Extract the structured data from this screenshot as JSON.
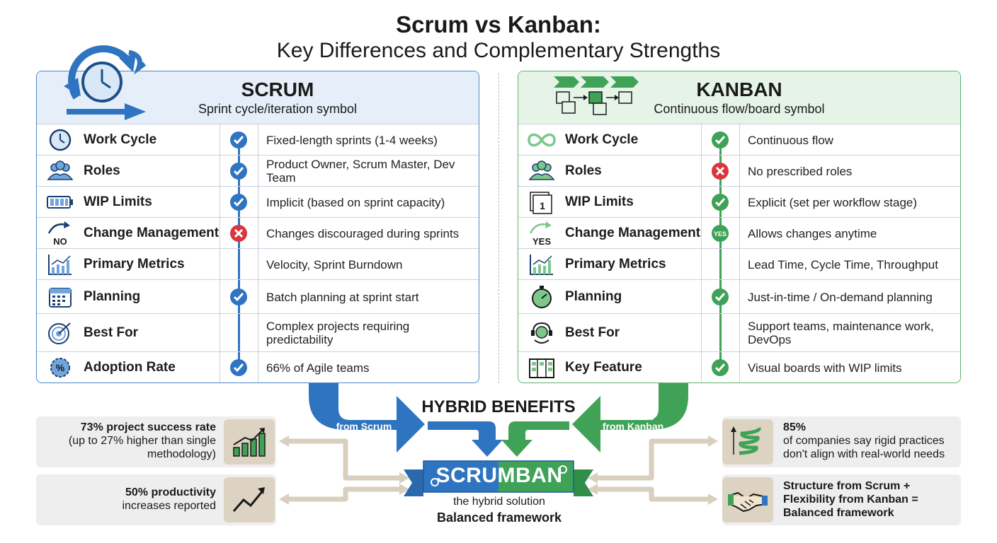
{
  "title": {
    "line1": "Scrum vs Kanban:",
    "line2": "Key Differences and Complementary Strengths"
  },
  "scrum": {
    "name": "SCRUM",
    "subtitle": "Sprint cycle/iteration symbol",
    "accent": "#2f74c0",
    "rows": [
      {
        "label": "Work Cycle",
        "value": "Fixed-length sprints (1-4 weeks)",
        "icon": "clock-icon",
        "marker": "check"
      },
      {
        "label": "Roles",
        "value": "Product Owner, Scrum Master, Dev Team",
        "icon": "team-icon",
        "marker": "check"
      },
      {
        "label": "WIP Limits",
        "value": "Implicit (based on sprint capacity)",
        "icon": "battery-icon",
        "marker": "check"
      },
      {
        "label": "Change Management",
        "value": "Changes discouraged during sprints",
        "icon": "no-change-icon",
        "icon_text": "NO",
        "marker": "cross"
      },
      {
        "label": "Primary Metrics",
        "value": "Velocity, Sprint Burndown",
        "icon": "bar-chart-icon",
        "marker": "none"
      },
      {
        "label": "Planning",
        "value": "Batch planning at sprint start",
        "icon": "calendar-icon",
        "marker": "check"
      },
      {
        "label": "Best For",
        "value": "Complex projects requiring predictability",
        "icon": "target-icon",
        "marker": "none"
      },
      {
        "label": "Adoption Rate",
        "value": "66% of Agile teams",
        "icon": "percent-gear-icon",
        "icon_text": "%",
        "marker": "check"
      }
    ]
  },
  "kanban": {
    "name": "KANBAN",
    "subtitle": "Continuous flow/board symbol",
    "accent": "#3fa257",
    "rows": [
      {
        "label": "Work Cycle",
        "value": "Continuous flow",
        "icon": "infinity-icon",
        "marker": "check"
      },
      {
        "label": "Roles",
        "value": "No prescribed roles",
        "icon": "team-icon",
        "marker": "cross"
      },
      {
        "label": "WIP Limits",
        "value": "Explicit (set per workflow stage)",
        "icon": "limit-card-icon",
        "icon_text": "1",
        "marker": "check"
      },
      {
        "label": "Change Management",
        "value": "Allows changes anytime",
        "icon": "yes-change-icon",
        "icon_text": "YES",
        "marker": "yes",
        "marker_text": "YES"
      },
      {
        "label": "Primary Metrics",
        "value": "Lead Time, Cycle Time, Throughput",
        "icon": "bar-chart-icon",
        "marker": "none"
      },
      {
        "label": "Planning",
        "value": "Just-in-time / On-demand planning",
        "icon": "stopwatch-icon",
        "marker": "check"
      },
      {
        "label": "Best For",
        "value": "Support teams, maintenance work, DevOps",
        "icon": "headset-icon",
        "marker": "none"
      },
      {
        "label": "Key Feature",
        "value": "Visual boards with WIP limits",
        "icon": "board-icon",
        "marker": "check"
      }
    ]
  },
  "hybrid": {
    "title": "HYBRID BENEFITS",
    "left_arrow": "Structure from Scrum",
    "right_arrow": "Flexibility from Kanban",
    "ribbon": "SCRUMBAN",
    "subtitle": "the hybrid solution",
    "subtitle2": "Balanced framework"
  },
  "stats": {
    "left_top": {
      "bold": "73% project success rate",
      "text": "(up to 27% higher than single methodology)",
      "icon": "bar-growth-icon"
    },
    "left_bottom": {
      "bold": "50% productivity",
      "text": "increases reported",
      "icon": "trend-up-icon"
    },
    "right_top": {
      "bold": "85%",
      "text": "of companies say rigid practices don't align with real-world needs",
      "icon": "spring-icon"
    },
    "right_bottom": {
      "bold": "Structure from Scrum + Flexibility from Kanban = Balanced framework",
      "text": "",
      "icon": "handshake-icon"
    }
  }
}
